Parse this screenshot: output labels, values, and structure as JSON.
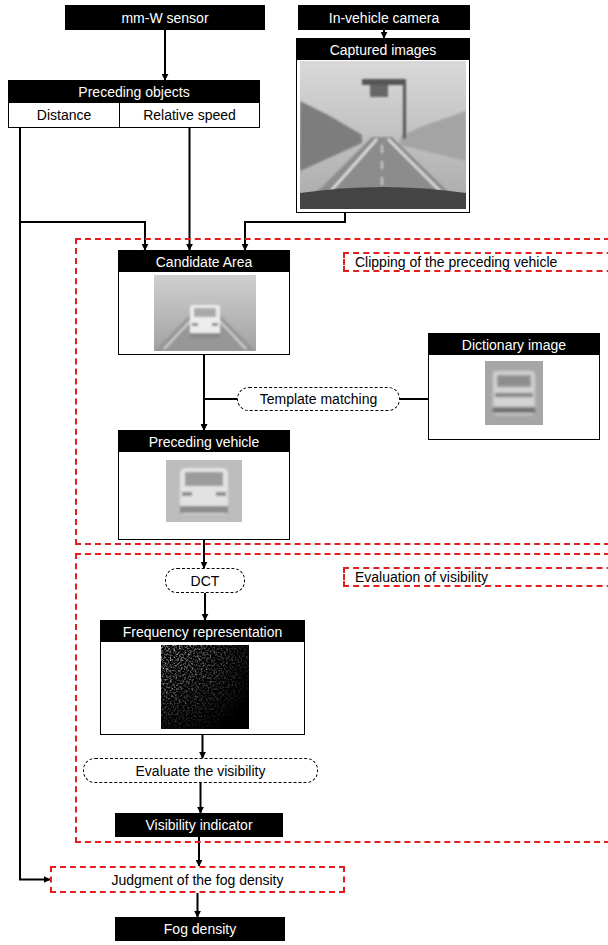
{
  "diagram": {
    "nodes": [
      {
        "text": [
          "mm-W sensor"
        ]
      },
      {
        "text": [
          "In-vehicle camera"
        ]
      },
      {
        "text": [
          "Preceding objects"
        ]
      },
      {
        "text": [
          "Distance"
        ],
        "in": 2
      },
      {
        "text": [
          "Relative speed"
        ],
        "in": 2
      },
      {
        "text": [
          "Captured images"
        ]
      },
      {
        "text": [
          "Clipping of the preceding vehicle"
        ]
      },
      {
        "text": [
          "Candidate Area"
        ],
        "in": 6
      },
      {
        "text": [
          "Template matching"
        ],
        "in": 6
      },
      {
        "text": [
          "Dictionary image"
        ],
        "in": 6
      },
      {
        "text": [
          "Preceding vehicle"
        ],
        "in": 6
      },
      {
        "text": [
          "Evaluation of visibility"
        ]
      },
      {
        "text": [
          "DCT"
        ],
        "in": 11
      },
      {
        "text": [
          "Frequency representation"
        ],
        "in": 11
      },
      {
        "text": [
          "Evaluate the visibility"
        ],
        "in": 11
      },
      {
        "text": [
          "Visibility indicator"
        ],
        "in": 11
      },
      {
        "text": [
          "Judgment of the fog density"
        ]
      },
      {
        "text": [
          "Fog density"
        ]
      }
    ],
    "edges": [
      {
        "from": 0,
        "to": 2,
        "arrow": "to"
      },
      {
        "from": 1,
        "to": 5,
        "arrow": "to"
      },
      {
        "from": 3,
        "to": 7,
        "arrow": "to"
      },
      {
        "from": 4,
        "to": 7,
        "arrow": "to"
      },
      {
        "from": 5,
        "to": 7,
        "arrow": "to"
      },
      {
        "from": 7,
        "to": 10,
        "arrow": "to"
      },
      {
        "from": 9,
        "to": 8,
        "arrow": "none"
      },
      {
        "from": 8,
        "to": 10,
        "arrow": "to"
      },
      {
        "from": 10,
        "to": 12,
        "arrow": "to"
      },
      {
        "from": 12,
        "to": 13,
        "arrow": "to"
      },
      {
        "from": 13,
        "to": 14,
        "arrow": "to"
      },
      {
        "from": 14,
        "to": 15,
        "arrow": "to"
      },
      {
        "from": 15,
        "to": 16,
        "arrow": "to"
      },
      {
        "from": 16,
        "to": 17,
        "arrow": "to"
      },
      {
        "from": 3,
        "to": 16,
        "arrow": "to"
      }
    ]
  }
}
